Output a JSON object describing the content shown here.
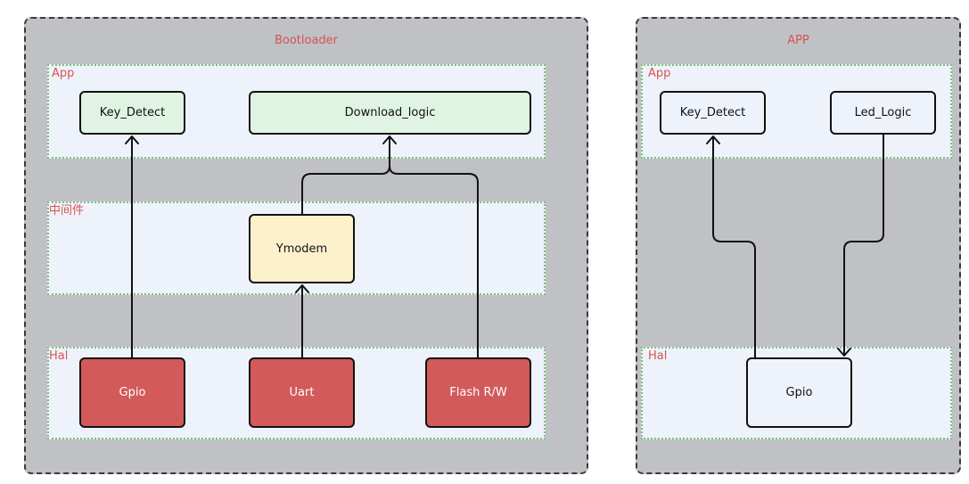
{
  "bootloader": {
    "title": "Bootloader",
    "layers": {
      "app": "App",
      "middleware": "中间件",
      "hal": "Hal"
    },
    "nodes": {
      "key_detect": "Key_Detect",
      "download_logic": "Download_logic",
      "ymodem": "Ymodem",
      "gpio": "Gpio",
      "uart": "Uart",
      "flash": "Flash R/W"
    }
  },
  "app_panel": {
    "title": "APP",
    "layers": {
      "app": "App",
      "hal": "Hal"
    },
    "nodes": {
      "key_detect": "Key_Detect",
      "led_logic": "Led_Logic",
      "gpio": "Gpio"
    }
  },
  "colors": {
    "panel_bg": "#bfc1c5",
    "layer_bg": "#eef2fb",
    "label_red": "#d9534f",
    "node_green": "#dff4e3",
    "node_yellow": "#fdf1cc",
    "node_red": "#d35a5a"
  }
}
